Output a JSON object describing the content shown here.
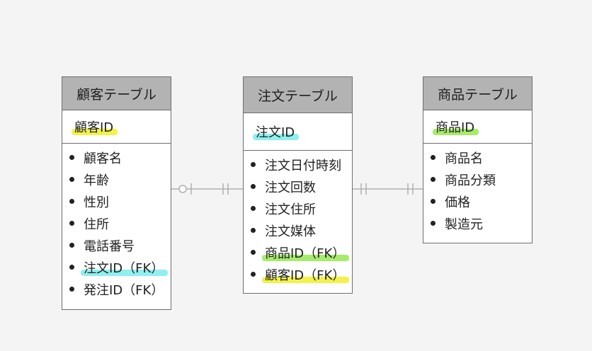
{
  "colors": {
    "header_bg": "#b3b3b3",
    "border": "#6e6e6e",
    "connector": "#b0b0b0",
    "highlight_yellow": "#f2f24a",
    "highlight_cyan": "#8ff0ee",
    "highlight_green": "#a6ec6a"
  },
  "entities": {
    "customer": {
      "title": "顧客テーブル",
      "pk": "顧客ID",
      "attributes": [
        "顧客名",
        "年齢",
        "性別",
        "住所",
        "電話番号",
        "注文ID（FK）",
        "発注ID（FK）"
      ]
    },
    "order": {
      "title": "注文テーブル",
      "pk": "注文ID",
      "attributes": [
        "注文日付時刻",
        "注文回数",
        "注文住所",
        "注文媒体",
        "商品ID（FK）",
        "顧客ID（FK）"
      ]
    },
    "product": {
      "title": "商品テーブル",
      "pk": "商品ID",
      "attributes": [
        "商品名",
        "商品分類",
        "価格",
        "製造元"
      ]
    }
  },
  "relationships": [
    {
      "from": "customer",
      "to": "order",
      "from_end": "zero-or-one",
      "to_end": "exactly-one"
    },
    {
      "from": "order",
      "to": "product",
      "from_end": "exactly-one",
      "to_end": "exactly-one"
    }
  ]
}
